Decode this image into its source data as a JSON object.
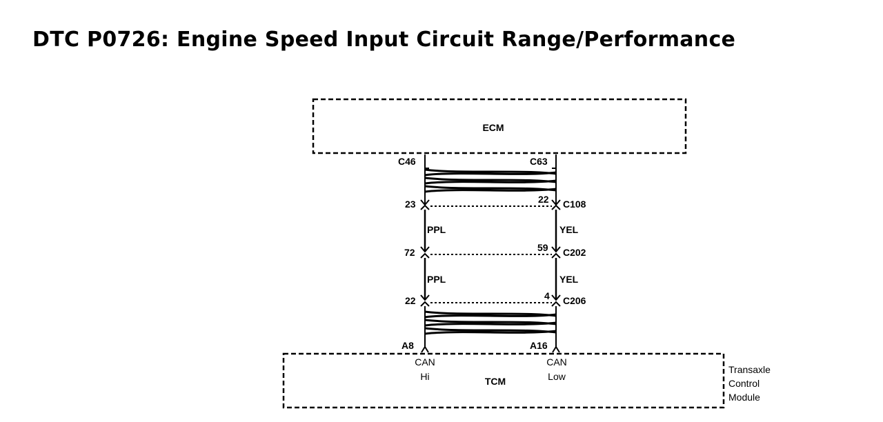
{
  "title": "DTC P0726: Engine Speed Input Circuit Range/Performance",
  "diagram": {
    "ecm": {
      "label": "ECM"
    },
    "tcm": {
      "label": "TCM",
      "side_label": [
        "Transaxle",
        "Control",
        "Module"
      ],
      "can_hi": [
        "CAN",
        "Hi"
      ],
      "can_low": [
        "CAN",
        "Low"
      ]
    },
    "left_wire": {
      "ecm_pin": "C46",
      "pins": [
        "23",
        "72",
        "22"
      ],
      "colors": [
        "PPL",
        "PPL"
      ],
      "tcm_pin": "A8"
    },
    "right_wire": {
      "ecm_pin": "C63",
      "pins": [
        "22",
        "59",
        "4"
      ],
      "colors": [
        "YEL",
        "YEL"
      ],
      "tcm_pin": "A16"
    },
    "connectors": [
      "C108",
      "C202",
      "C206"
    ]
  }
}
